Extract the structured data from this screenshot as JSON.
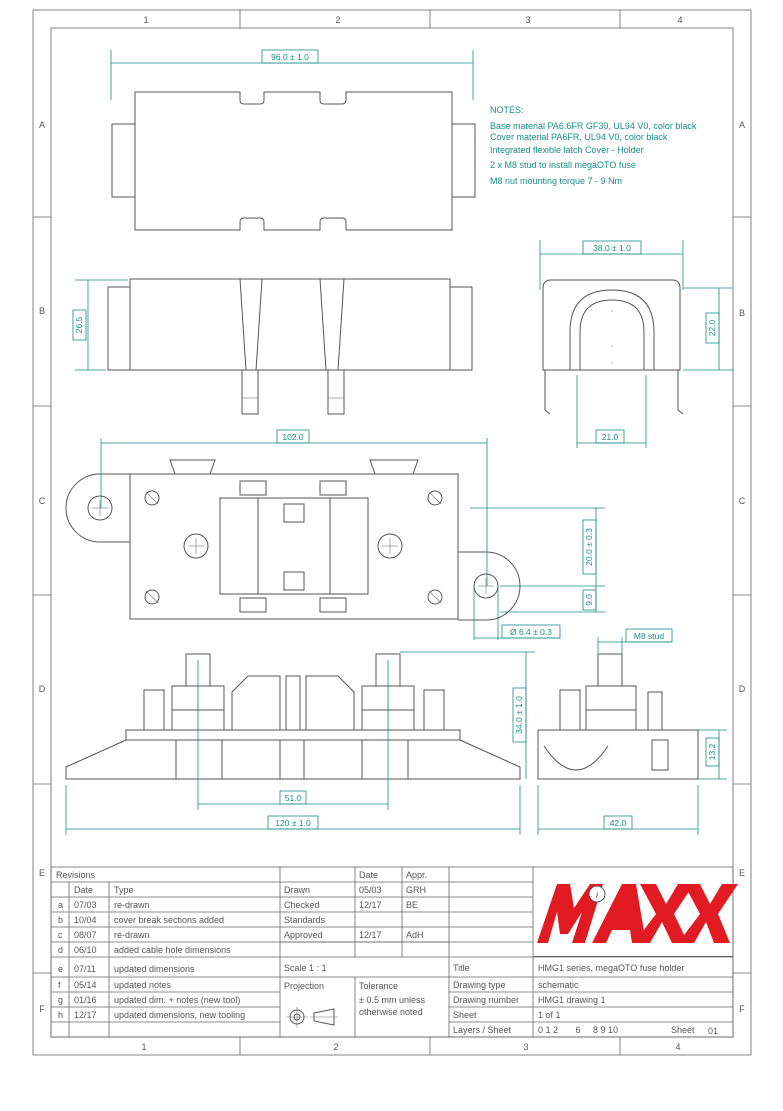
{
  "frame": {
    "columns": [
      "1",
      "2",
      "3",
      "4"
    ],
    "rows": [
      "A",
      "B",
      "C",
      "D",
      "E",
      "F"
    ]
  },
  "notes": {
    "heading": "NOTES:",
    "lines": [
      "Base material PA6.6FR GF30, UL94 V0, color black",
      "Cover material PA6FR, UL94 V0, color black",
      "Integrated flexible latch Cover - Holder",
      "2 x M8 stud to install megaOTO fuse",
      "M8 nut mounting torque 7 - 9 Nm"
    ]
  },
  "dimensions": {
    "top_width": "96.0 ± 1.0",
    "side_height": "26.5",
    "end_width": "38.0 ± 1.0",
    "end_height": "22.0",
    "end_inner": "21.0",
    "plan_length": "102.0",
    "stud_spacing_v": "20.0 ± 0.3",
    "offset": "9.0",
    "hole_dia": "Ø 6.4 ± 0.3",
    "stud_label": "M8 stud",
    "total_height": "34.0 ± 1.0",
    "base_height": "13.2",
    "stud_spacing": "51.0",
    "overall_length": "120 ± 1.0",
    "base_width": "42.0"
  },
  "revisions": {
    "heading": "Revisions",
    "col_date": "Date",
    "col_type": "Type",
    "rows": [
      {
        "id": "a",
        "date": "07/03",
        "type": "re-drawn"
      },
      {
        "id": "b",
        "date": "10/04",
        "type": "cover break sections added"
      },
      {
        "id": "c",
        "date": "08/07",
        "type": "re-drawn"
      },
      {
        "id": "d",
        "date": "06/10",
        "type": "added cable hole dimensions"
      },
      {
        "id": "e",
        "date": "07/11",
        "type": "updated dimensions"
      },
      {
        "id": "f",
        "date": "05/14",
        "type": "updated notes"
      },
      {
        "id": "g",
        "date": "01/16",
        "type": "updated dim. + notes (new tool)"
      },
      {
        "id": "h",
        "date": "12/17",
        "type": "updated dimensions, new tooling"
      }
    ]
  },
  "approvals": {
    "col_date": "Date",
    "col_appr": "Appr.",
    "rows": [
      {
        "label": "Drawn",
        "date": "05/03",
        "appr": "GRH"
      },
      {
        "label": "Checked",
        "date": "12/17",
        "appr": "BE"
      },
      {
        "label": "Standards",
        "date": "",
        "appr": ""
      },
      {
        "label": "Approved",
        "date": "12/17",
        "appr": "AdH"
      }
    ]
  },
  "title_block": {
    "scale": "Scale  1 : 1",
    "projection_label": "Projection",
    "tolerance_label": "Tolerance",
    "tolerance_value_1": "± 0.5 mm unless",
    "tolerance_value_2": "otherwise noted",
    "title_label": "Title",
    "title_value": "HMG1 series, megaOTO fuse holder",
    "drawing_type_label": "Drawing type",
    "drawing_type_value": "schematic",
    "drawing_number_label": "Drawing number",
    "drawing_number_value": "HMG1 drawing 1",
    "sheet_label": "Sheet",
    "sheet_value": "1 of 1",
    "layers_label": "Layers / Sheet",
    "layers_value": "0 1 2       6     8 9 10",
    "sheet_word": "Sheet",
    "sheet_number": "01"
  },
  "logo": {
    "text": "MAXX",
    "color": "#e21a22"
  },
  "colors": {
    "dimension": "#1a8c8c",
    "line": "#555555"
  }
}
